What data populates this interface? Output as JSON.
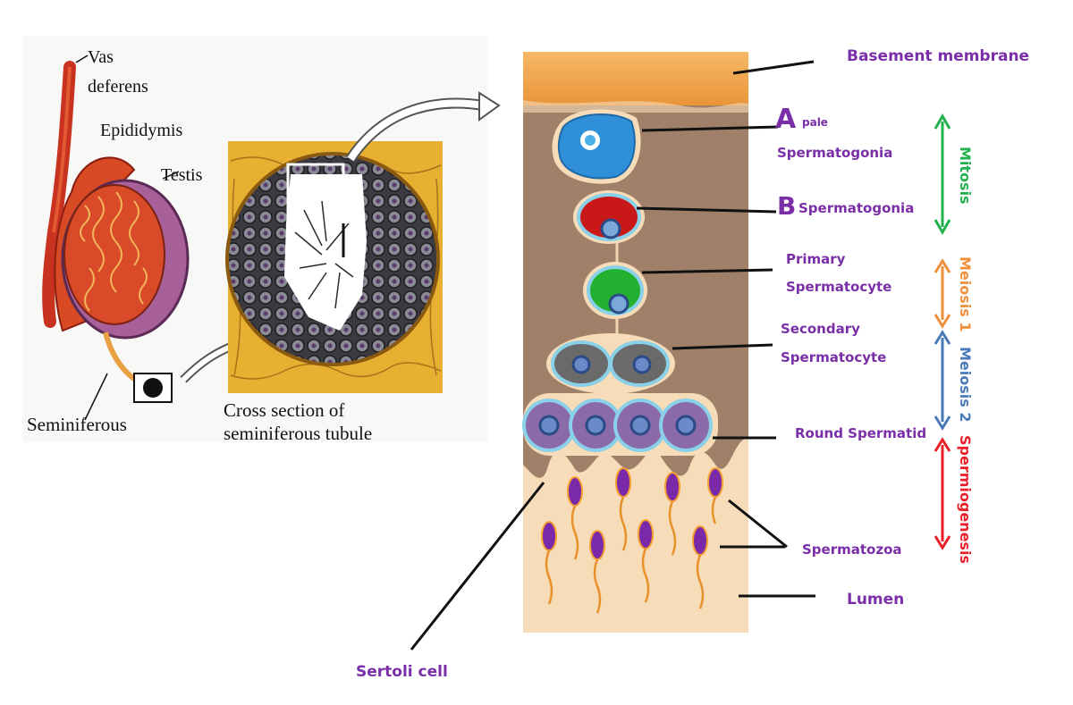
{
  "left_panel": {
    "vas_deferens_line1": "Vas",
    "vas_deferens_line2": "deferens",
    "epididymis": "Epididymis",
    "testis": "Testis",
    "seminiferous": "Seminiferous",
    "cross_section_line1": "Cross section of",
    "cross_section_line2": "seminiferous tubule"
  },
  "labels": {
    "basement_membrane": "Basement membrane",
    "a_pale_letter": "A",
    "a_pale_sub": "pale",
    "a_spermatogonia": "Spermatogonia",
    "b_letter": "B",
    "b_spermatogonia": "Spermatogonia",
    "primary_line1": "Primary",
    "primary_line2": "Spermatocyte",
    "secondary_line1": "Secondary",
    "secondary_line2": "Spermatocyte",
    "round_spermatid": "Round Spermatid",
    "spermatozoa": "Spermatozoa",
    "lumen": "Lumen",
    "sertoli_cell": "Sertoli cell"
  },
  "phases": {
    "mitosis": "Mitosis",
    "meiosis1": "Meiosis 1",
    "meiosis2": "Meiosis 2",
    "spermiogenesis": "Spermiogenesis"
  },
  "colors": {
    "label_purple": "#7a2fa8",
    "mitosis": "#22b14c",
    "meiosis1": "#ef8f3a",
    "meiosis2": "#4a78b8",
    "spermiogenesis": "#e8202a",
    "tissue": "#a08068",
    "basement": "#f2a54a",
    "lumen": "#f7dcb8"
  }
}
